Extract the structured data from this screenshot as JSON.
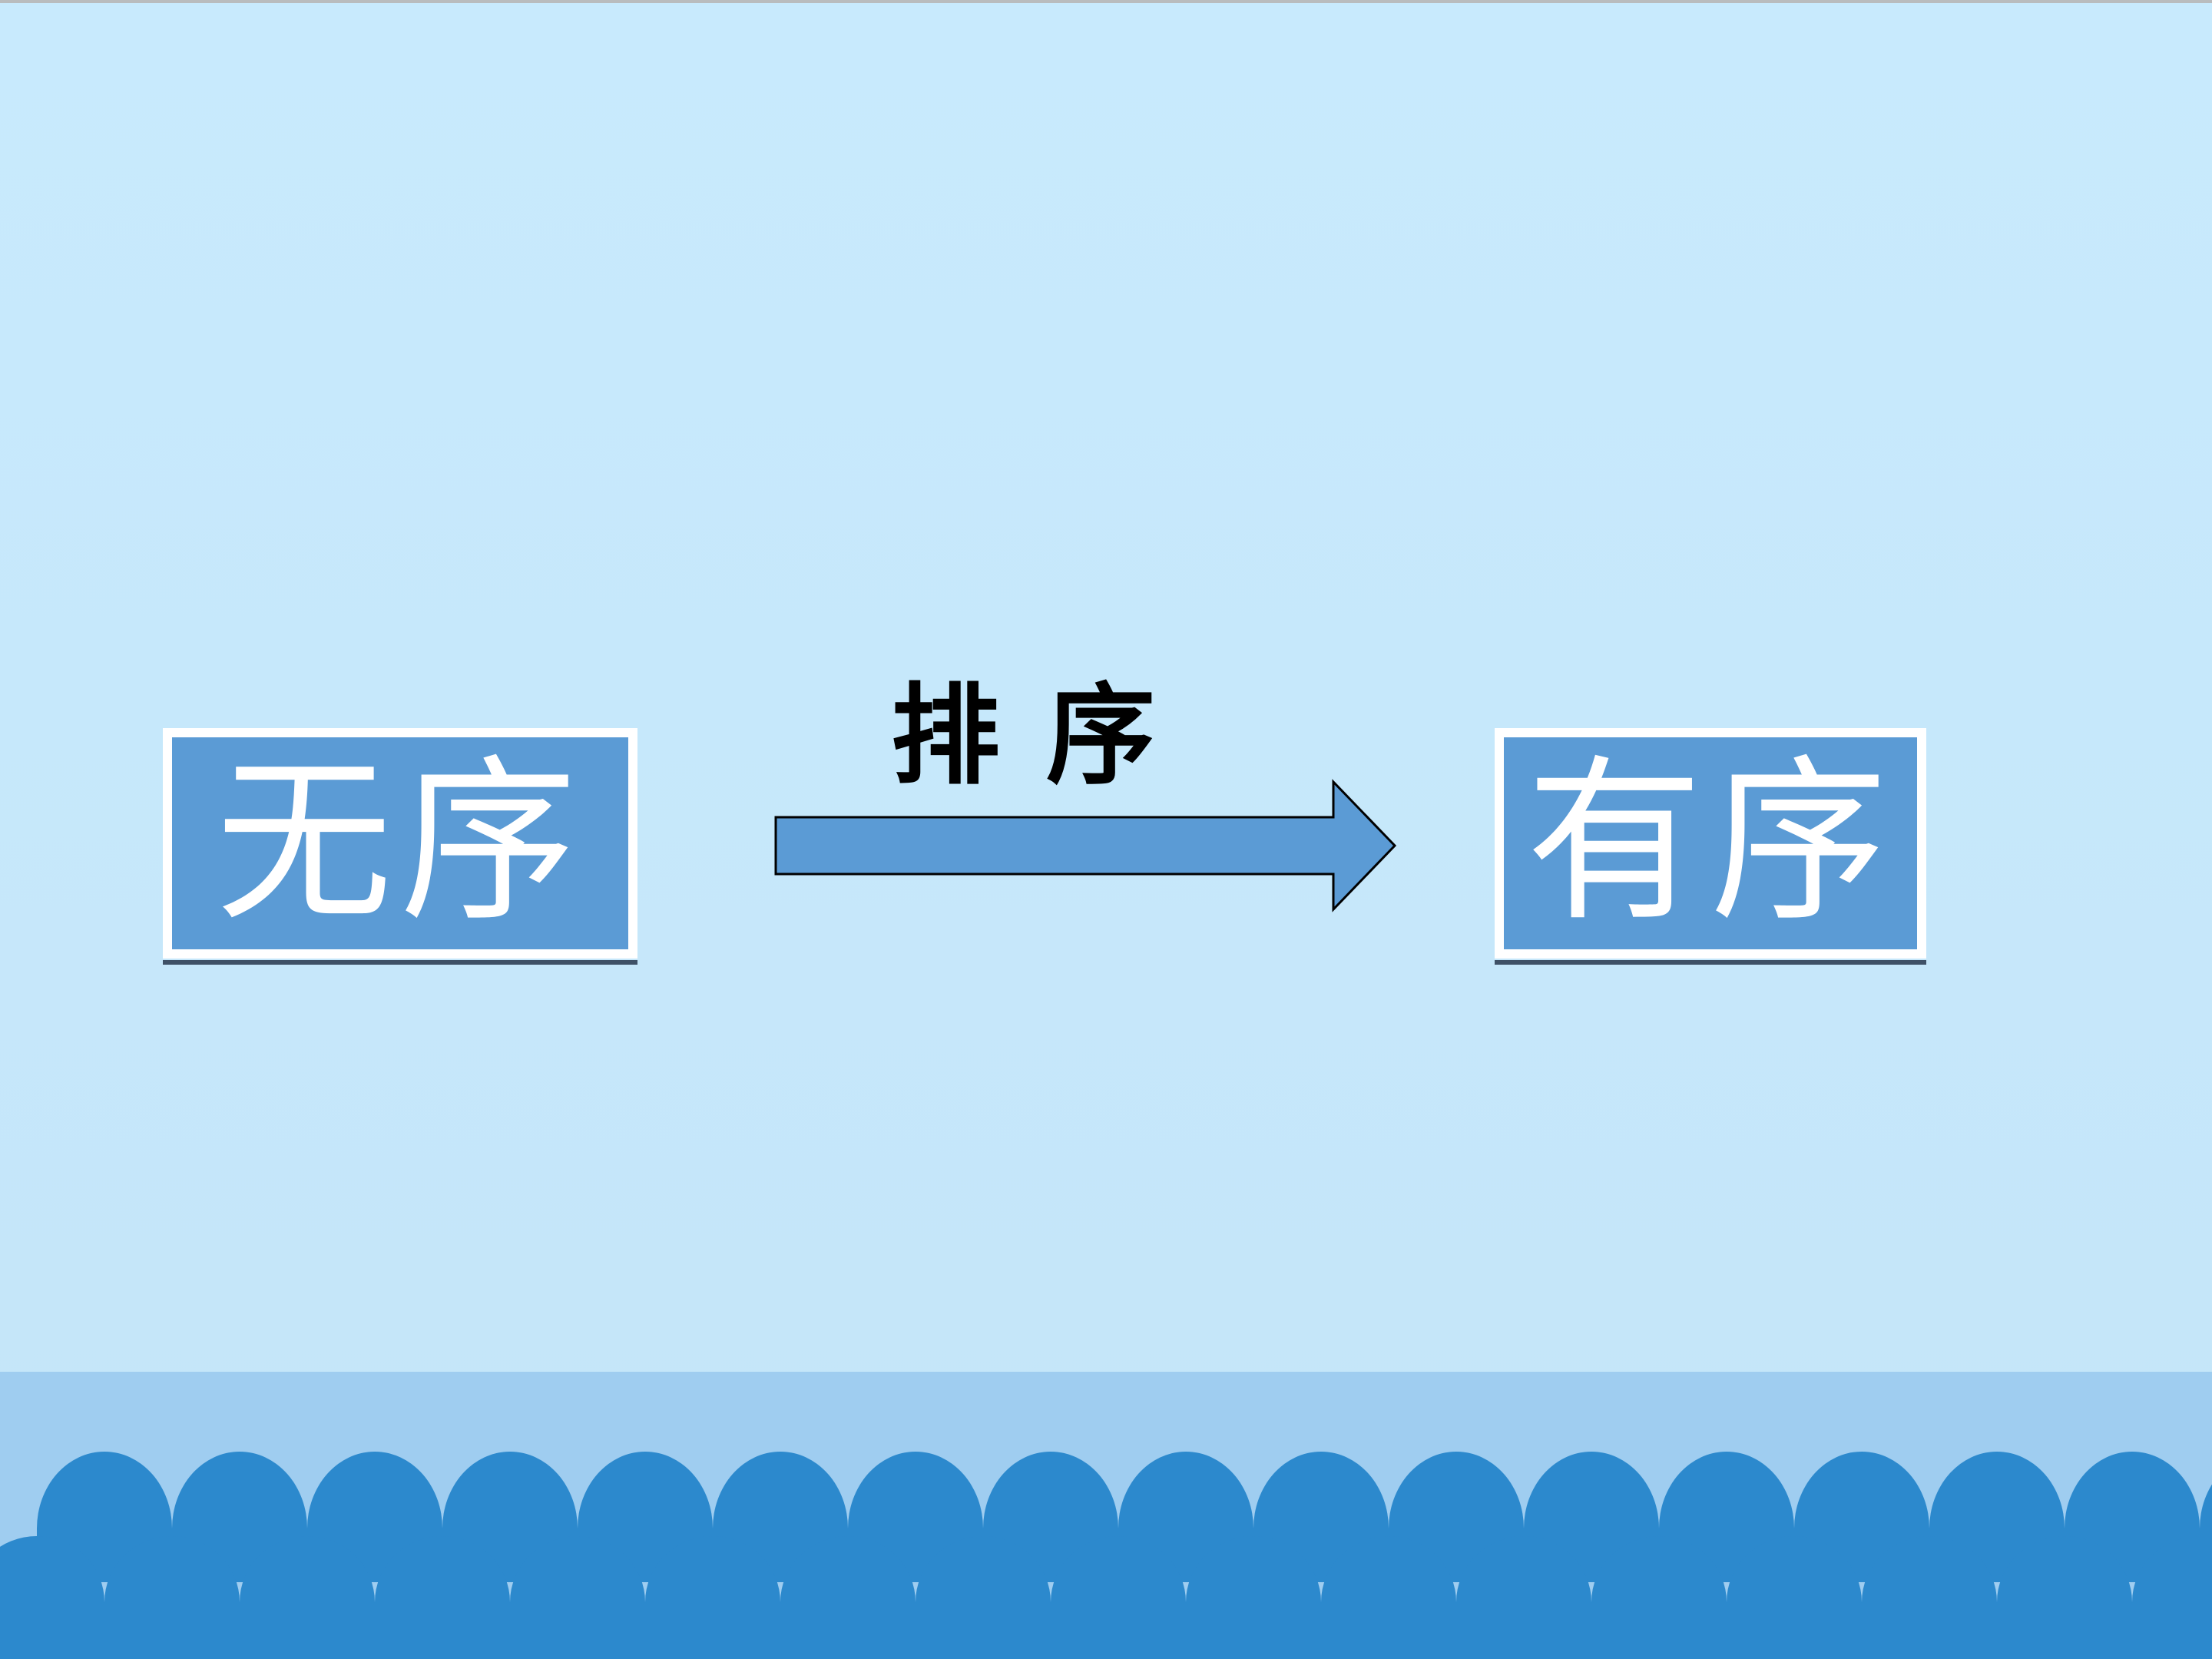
{
  "slide": {
    "left_box_label": "无序",
    "right_box_label": "有序",
    "arrow_label": "排序"
  },
  "colors": {
    "background_top": "#c8eafd",
    "background_bottom": "#c4e5f8",
    "box_fill": "#5b9bd5",
    "box_border": "#ffffff",
    "band": "#9fcdf0",
    "scallop": "#2c89cd"
  },
  "icons": {
    "arrow": "right-arrow-icon"
  }
}
